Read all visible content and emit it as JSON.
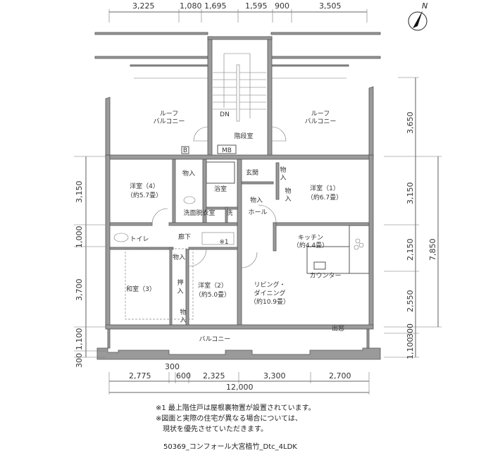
{
  "dimensions": {
    "top": [
      "3,225",
      "1,080",
      "1,695",
      "1,595",
      "900",
      "3,505"
    ],
    "bottom": [
      "2,775",
      "300",
      "600",
      "2,325",
      "3,300",
      "2,700"
    ],
    "bottom_total": "12,000",
    "left": [
      "3,150",
      "1,000",
      "3,700",
      "1,100",
      "300"
    ],
    "right": [
      "3,650",
      "3,150",
      "2,150",
      "2,550",
      "300",
      "1,100"
    ],
    "right_total": "7,850"
  },
  "compass": {
    "label": "N"
  },
  "rooms": {
    "roof_balcony_left": [
      "ルーフ",
      "バルコニー"
    ],
    "roof_balcony_right": [
      "ルーフ",
      "バルコニー"
    ],
    "stair_down": "DN",
    "stairwell": "階段室",
    "mb": "MB",
    "b": "B",
    "western4": [
      "洋室（4）",
      "（約5.7畳）"
    ],
    "storage_a": "物入",
    "bath": "浴室",
    "washroom": "洗面脱衣室",
    "washer": "洗",
    "entrance": "玄関",
    "storage_b": [
      "物",
      "入"
    ],
    "storage_c": [
      "物",
      "入"
    ],
    "storage_d": "物入",
    "hall": "ホール",
    "western1": [
      "洋室（1）",
      "（約6.7畳）"
    ],
    "toilet": "トイレ",
    "corridor": "廊下",
    "note_mark": "※1",
    "kitchen": [
      "キッチン",
      "（約4.4畳）"
    ],
    "storage_e": "物入",
    "closet": [
      "押",
      "入"
    ],
    "storage_f": [
      "物",
      "入"
    ],
    "japanese3": "和室（3）",
    "western2": [
      "洋室（2）",
      "（約5.0畳）"
    ],
    "living": [
      "リビング・",
      "ダイニング",
      "（約10.9畳）"
    ],
    "counter": "カウンター",
    "bay_window": "出窓",
    "balcony": "バルコニー"
  },
  "notes": [
    "※1 最上階住戸は屋根裏物置が設置されています。",
    "※図面と実際の住宅が異なる場合については、",
    "　現状を優先させていただきます。"
  ],
  "filename": "50369_コンフォール大宮植竹_Dtc_4LDK"
}
